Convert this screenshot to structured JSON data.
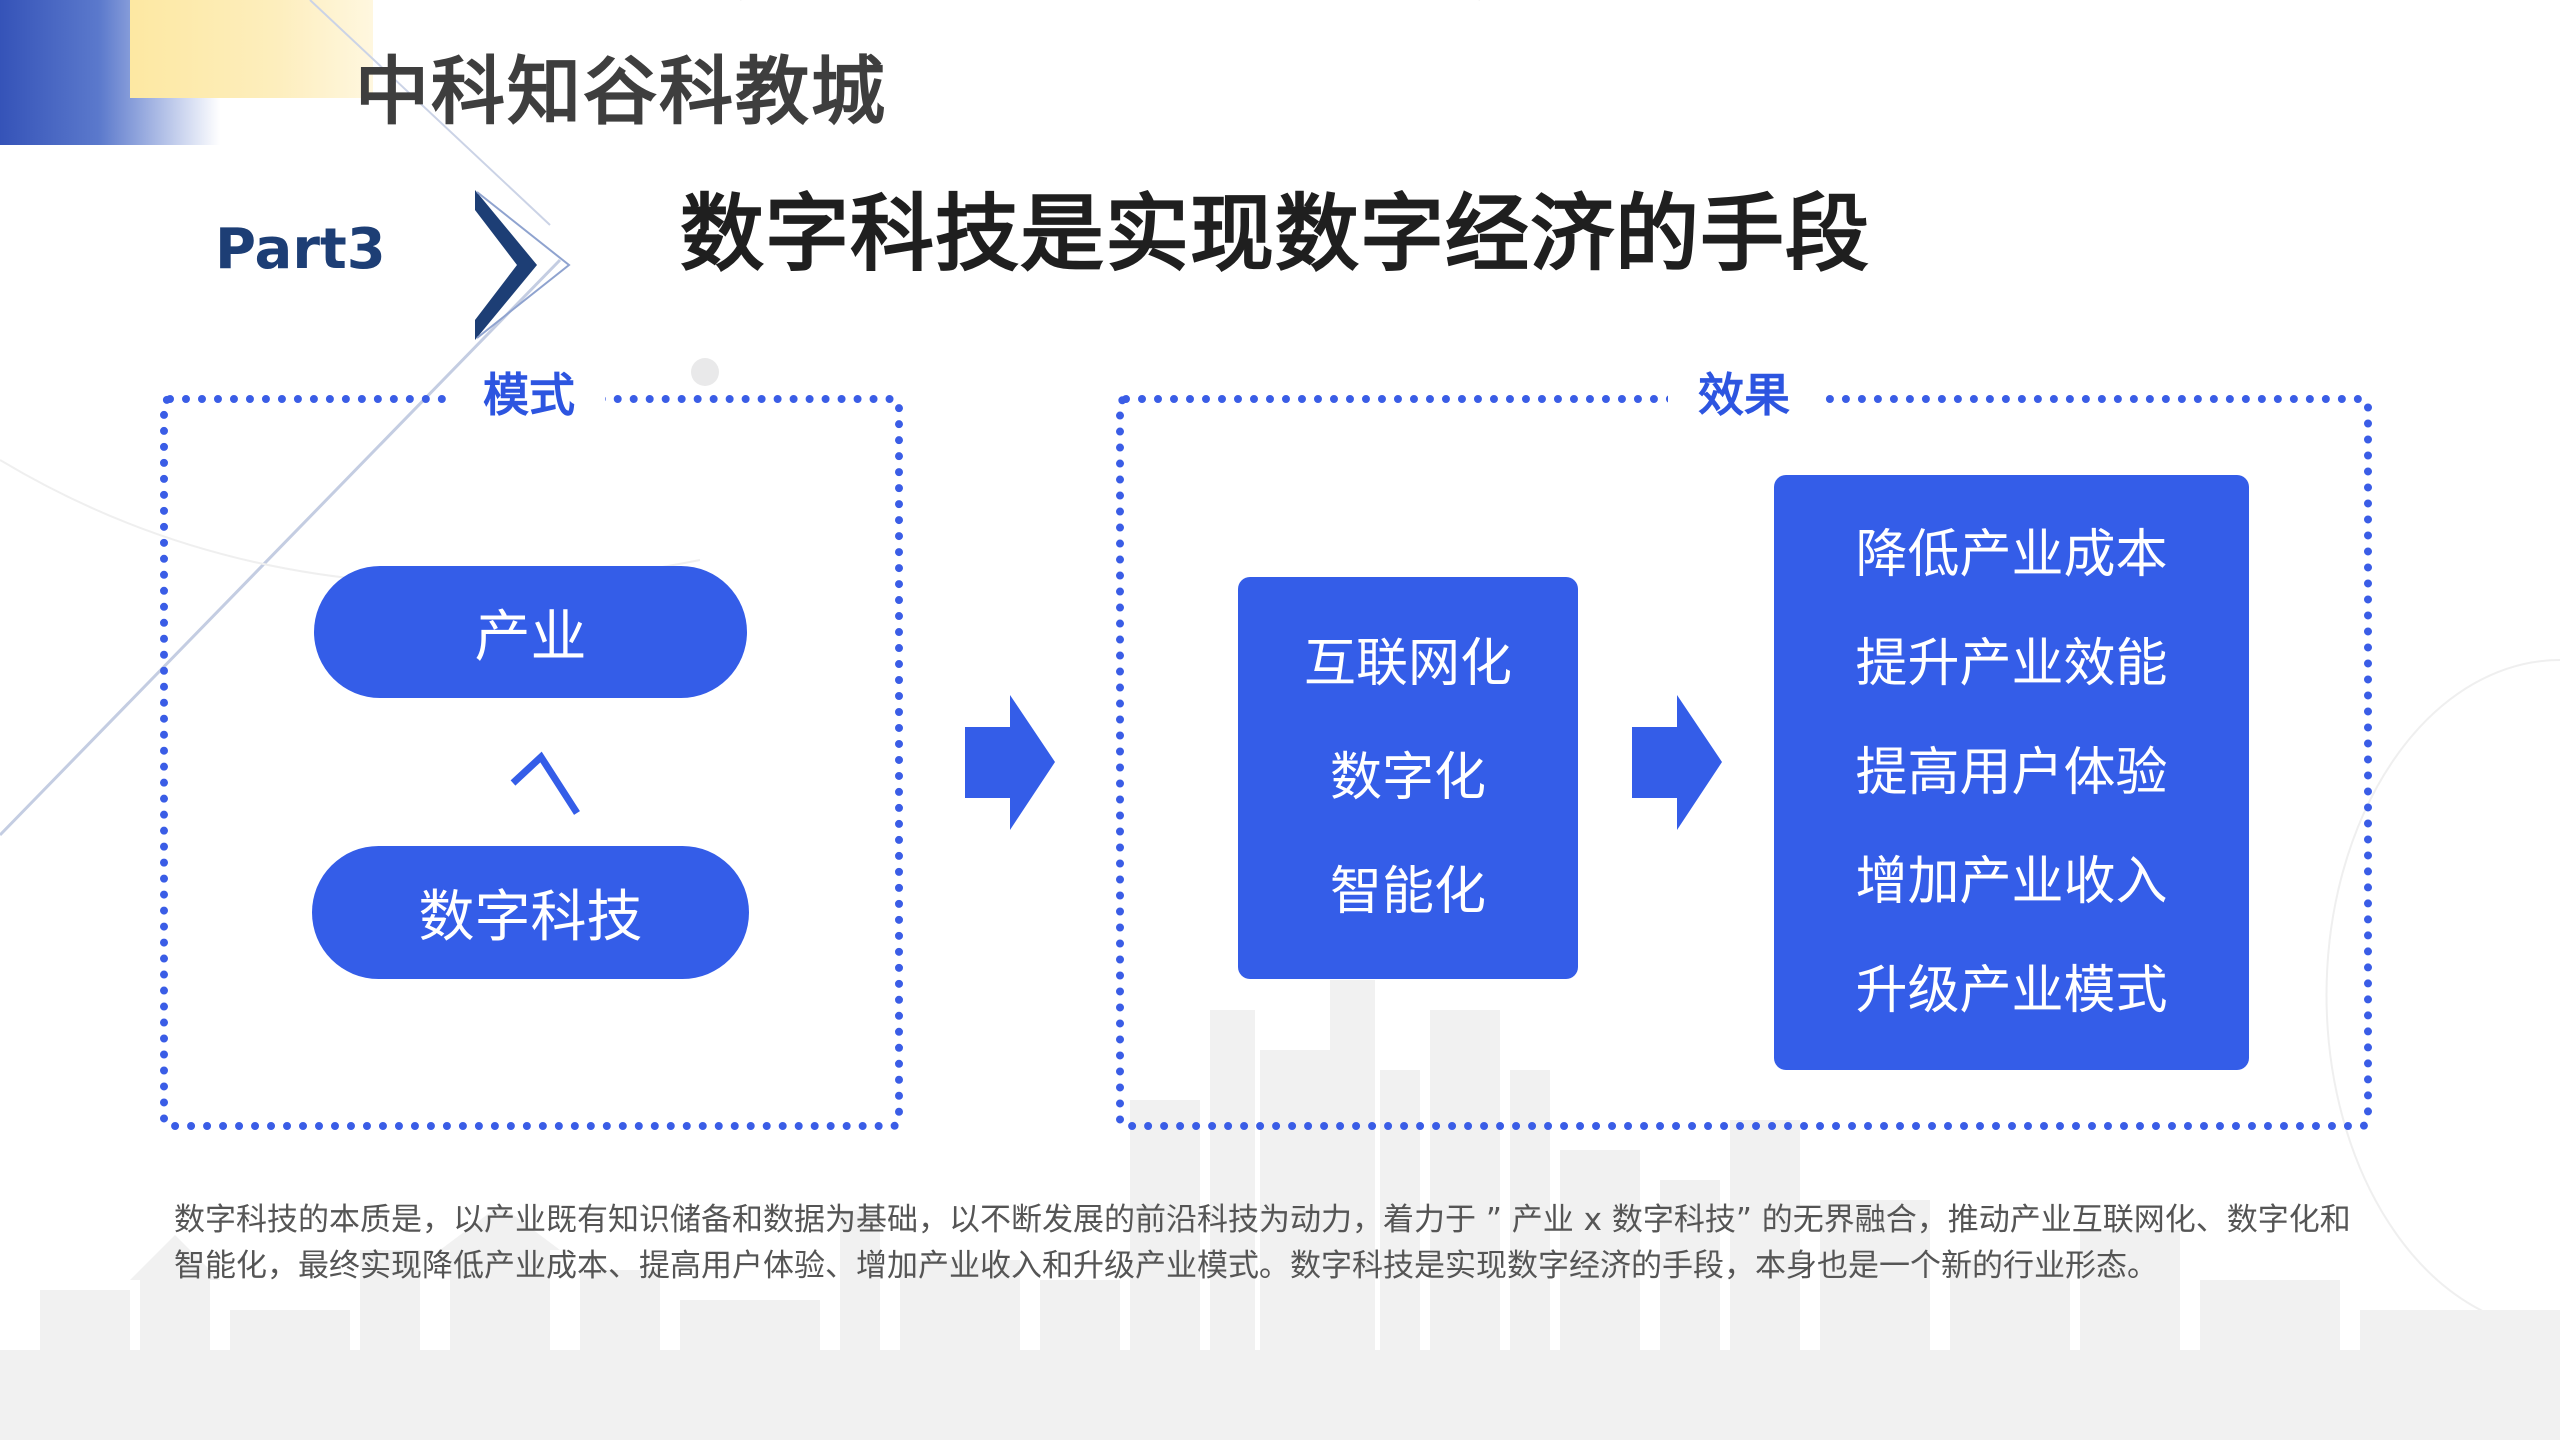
{
  "header": {
    "brand_title": "中科知谷科教城",
    "part_label": "Part3",
    "main_title": "数字科技是实现数字经济的手段"
  },
  "mode_section": {
    "label": "模式",
    "top_pill": "产业",
    "bottom_pill": "数字科技"
  },
  "effect_section": {
    "label": "效果",
    "middle_items": [
      "互联网化",
      "数字化",
      "智能化"
    ],
    "result_items": [
      "降低产业成本",
      "提升产业效能",
      "提高用户体验",
      "增加产业收入",
      "升级产业模式"
    ]
  },
  "description": "数字科技的本质是，以产业既有知识储备和数据为基础，以不断发展的前沿科技为动力，着力于 ” 产业 x 数字科技” 的无界融合，推动产业互联网化、数字化和智能化，最终实现降低产业成本、提高用户体验、增加产业收入和升级产业模式。数字科技是实现数字经济的手段，本身也是一个新的行业形态。",
  "colors": {
    "primary_blue": "#345de8",
    "label_blue": "#2d55e0",
    "part_navy": "#1d3e75",
    "accent_yellow": "#fde8a2"
  }
}
